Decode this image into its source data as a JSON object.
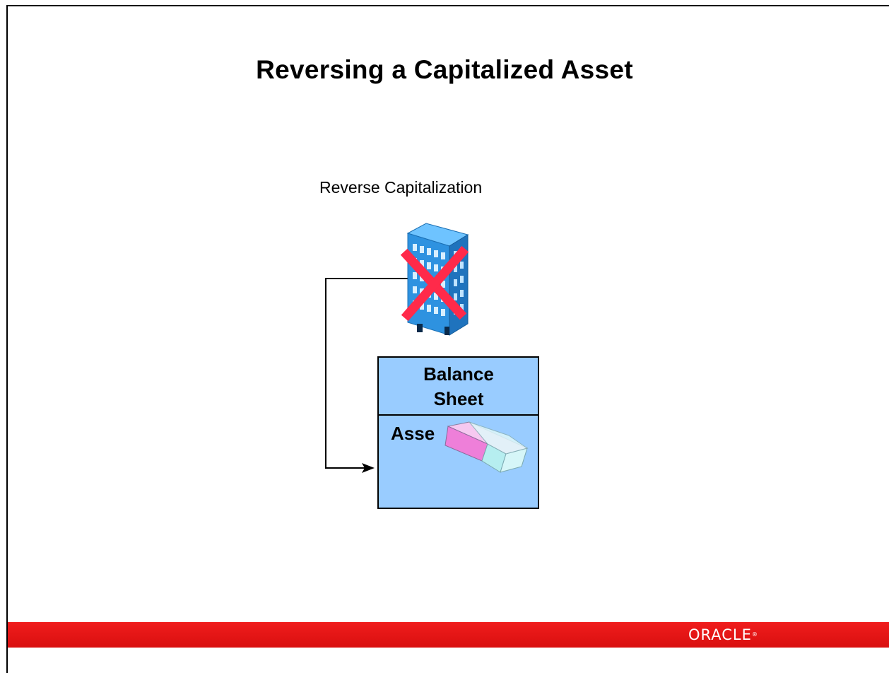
{
  "slide": {
    "title": "Reversing a Capitalized Asset",
    "subtitle": "Reverse Capitalization"
  },
  "balance_sheet": {
    "title_line1": "Balance",
    "title_line2": "Sheet",
    "asset_label": "Asse"
  },
  "icons": {
    "building": "office-building-icon",
    "cross": "red-x-icon",
    "eraser": "eraser-icon"
  },
  "footer": {
    "logo_text": "ORACLE"
  },
  "colors": {
    "footer_red": "#e81515",
    "sheet_fill": "#99ccff",
    "cross_red": "#ff2a4a",
    "building_blue": "#2f8fd9"
  }
}
